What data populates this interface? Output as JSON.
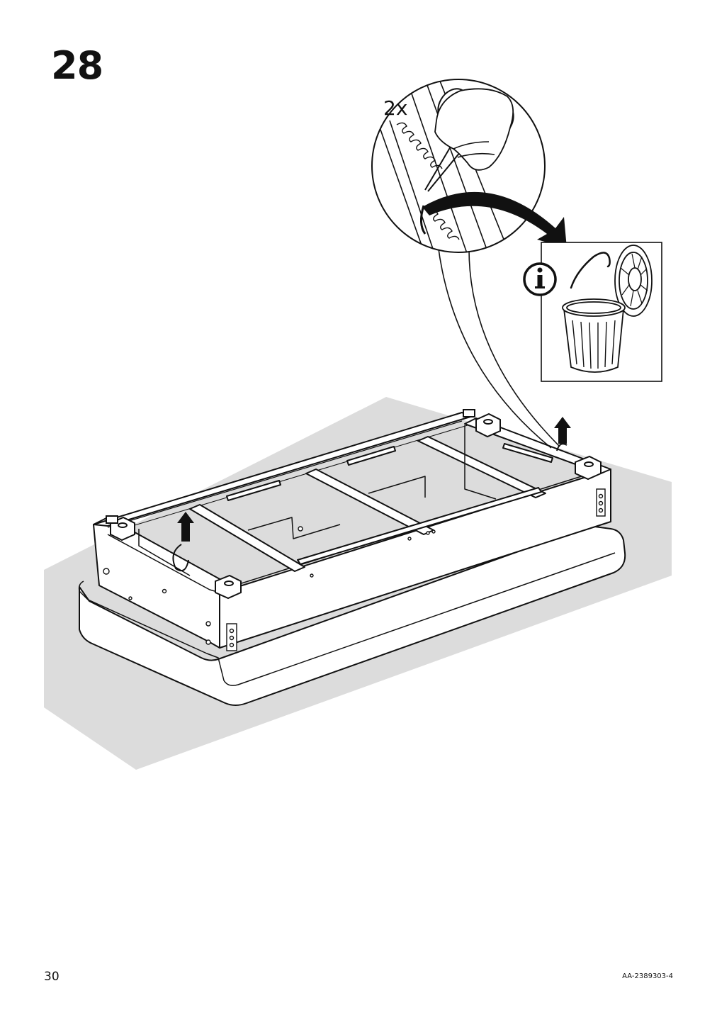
{
  "step": {
    "number": "28"
  },
  "detail_callout": {
    "quantity_label": "2x"
  },
  "info_box": {
    "icon": "info-icon",
    "items": [
      "wire-clip-icon",
      "trash-bin-icon"
    ]
  },
  "footer": {
    "page_number": "30",
    "document_code": "AA-2389303-4"
  },
  "colors": {
    "floor": "#dcdcdc",
    "line": "#111111",
    "background": "#ffffff"
  }
}
